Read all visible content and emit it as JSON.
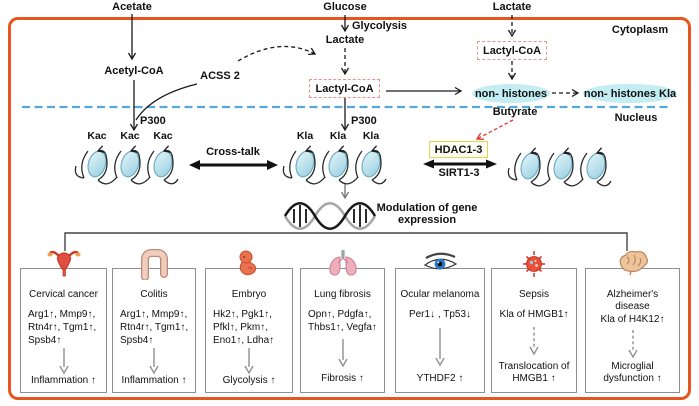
{
  "figure": {
    "regions": {
      "cytoplasm": "Cytoplasm",
      "nucleus": "Nucleus"
    },
    "metabolites": {
      "acetate": "Acetate",
      "glucose": "Glucose",
      "lactate_top": "Lactate",
      "acetyl_coa": "Acetyl-CoA",
      "lactate_mid": "Lactate",
      "lactyl_coa_mid": "Lactyl-CoA",
      "lactyl_coa_right": "Lactyl-CoA",
      "butyrate": "Butyrate"
    },
    "enzymes": {
      "acss2": "ACSS 2",
      "glycolysis": "Glycolysis",
      "p300_left": "P300",
      "p300_mid": "P300",
      "hdac": "HDAC1-3",
      "sirt": "SIRT1-3"
    },
    "histone_labels": {
      "kac": [
        "Kac",
        "Kac",
        "Kac"
      ],
      "kla": [
        "Kla",
        "Kla",
        "Kla"
      ],
      "cross_talk": "Cross-talk",
      "non_histones": "non- histones",
      "non_histones_kla": "non- histones Kla"
    },
    "modulation": "Modulation of gene\nexpression",
    "colors": {
      "frame": "#E8551F",
      "membrane": "#56A7DC",
      "lactyl_box_border": "#EF8F8F",
      "highlight": "#C3EDF2",
      "nucleosome_fill": "#BFE3EE",
      "hdac_box_border": "#E6D44A",
      "inhibition_arrow": "#E03434"
    },
    "panels": [
      {
        "title": "Cervical cancer",
        "icon": "uterus-icon",
        "genes": "Arg1↑, Mmp9↑,\nRtn4r↑, Tgm1↑,\nSpsb4↑",
        "arrow": "solid",
        "outcome": "Inflammation ↑"
      },
      {
        "title": "Colitis",
        "icon": "colon-icon",
        "genes": "Arg1↑, Mmp9↑,\nRtn4r↑, Tgm1↑,\nSpsb4↑",
        "arrow": "solid",
        "outcome": "Inflammation ↑"
      },
      {
        "title": "Embryo",
        "icon": "fetus-icon",
        "genes": "Hk2↑, Pgk1↑,\nPfkl↑, Pkm↑,\nEno1↑, Ldha↑",
        "arrow": "solid",
        "outcome": "Glycolysis ↑"
      },
      {
        "title": "Lung fibrosis",
        "icon": "lungs-icon",
        "genes": "Opn↑, Pdgfa↑,\nThbs1↑, Vegfa↑",
        "arrow": "solid",
        "outcome": "Fibrosis ↑"
      },
      {
        "title": "Ocular melanoma",
        "icon": "eye-icon",
        "genes": "Per1↓ , Tp53↓",
        "arrow": "solid",
        "outcome": "YTHDF2 ↑"
      },
      {
        "title": "Sepsis",
        "icon": "sepsis-icon",
        "genes": "Kla of HMGB1↑",
        "arrow": "dashed",
        "outcome": "Translocation of\nHMGB1 ↑"
      },
      {
        "title": "Alzheimer's\ndisease",
        "icon": "brain-icon",
        "genes": "Kla of H4K12↑",
        "arrow": "dashed",
        "outcome": "Microglial\ndysfunction ↑"
      }
    ]
  }
}
